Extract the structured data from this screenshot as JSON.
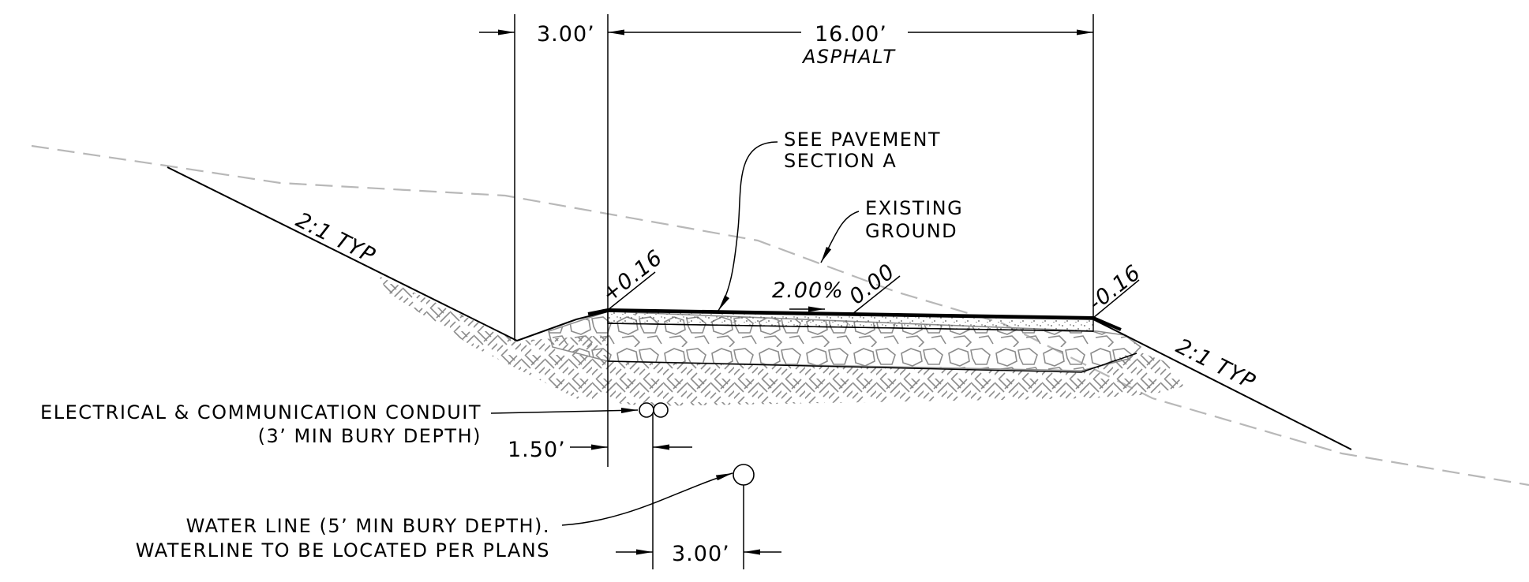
{
  "dimensions": {
    "shoulder_width": "3.00’",
    "lane_width": "16.00’",
    "surface": "ASPHALT",
    "conduit_offset": "1.50’",
    "waterline_offset": "3.00’"
  },
  "callouts": {
    "pavement_line1": "SEE PAVEMENT",
    "pavement_line2": "SECTION A",
    "ground_line1": "EXISTING",
    "ground_line2": "GROUND",
    "conduit_line1": "ELECTRICAL & COMMUNICATION CONDUIT",
    "conduit_line2": "(3’ MIN BURY DEPTH)",
    "water_line1": "WATER LINE (5’ MIN BURY DEPTH).",
    "water_line2": "WATERLINE TO BE LOCATED PER PLANS"
  },
  "grades": {
    "left_edge": "+0.16",
    "center": "0.00",
    "right_edge": "-0.16",
    "cross_slope": "2.00%"
  },
  "slopes": {
    "left": "2:1 TYP",
    "right": "2:1 TYP"
  },
  "colors": {
    "linework": "#000000",
    "existing_ground": "#b8b8b8",
    "hatch": "#8c8c8c"
  }
}
